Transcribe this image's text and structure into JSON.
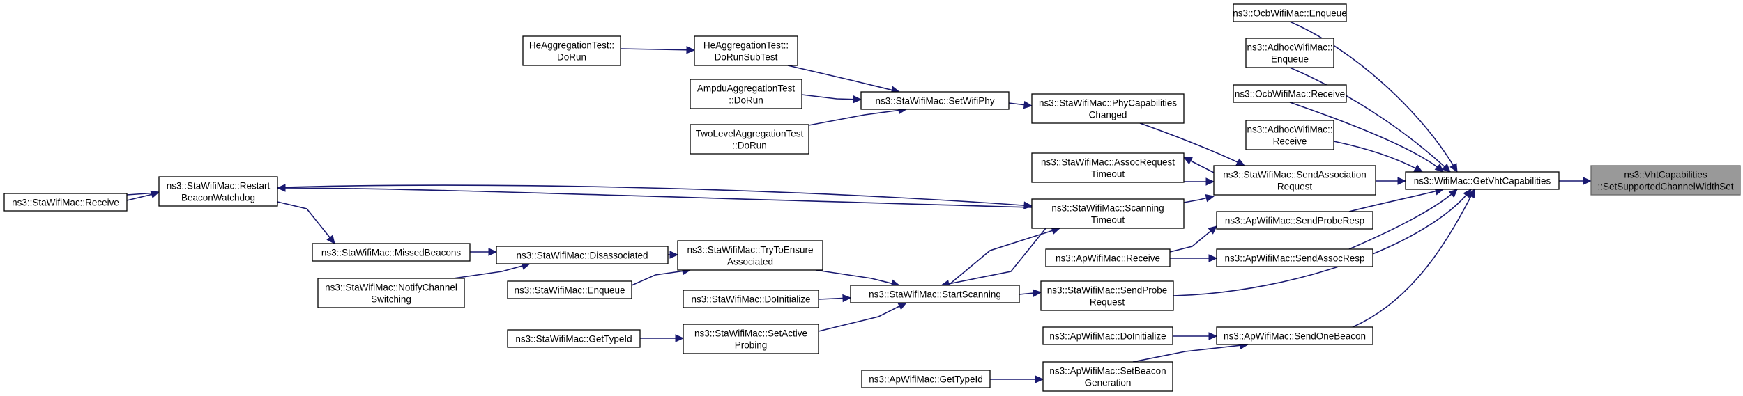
{
  "colors": {
    "edge": "#191970",
    "focus_fill": "#999999",
    "node_fill": "#ffffff",
    "node_border": "#000000"
  },
  "nodes": {
    "n_set": [
      "ns3::VhtCapabilities",
      "::SetSupportedChannelWidthSet"
    ],
    "n_getvht": [
      "ns3::WifiMac::GetVhtCapabilities"
    ],
    "n_ocb_enq": [
      "ns3::OcbWifiMac::Enqueue"
    ],
    "n_adhoc_enq": [
      "ns3::AdhocWifiMac::",
      "Enqueue"
    ],
    "n_ocb_recv": [
      "ns3::OcbWifiMac::Receive"
    ],
    "n_adhoc_recv": [
      "ns3::AdhocWifiMac::",
      "Receive"
    ],
    "n_sendassocreq": [
      "ns3::StaWifiMac::SendAssociation",
      "Request"
    ],
    "n_sendproberesp": [
      "ns3::ApWifiMac::SendProbeResp"
    ],
    "n_sendassocresp": [
      "ns3::ApWifiMac::SendAssocResp"
    ],
    "n_sendprobereq": [
      "ns3::StaWifiMac::SendProbe",
      "Request"
    ],
    "n_sendonebeacon": [
      "ns3::ApWifiMac::SendOneBeacon"
    ],
    "n_phycap": [
      "ns3::StaWifiMac::PhyCapabilities",
      "Changed"
    ],
    "n_assoctimeout": [
      "ns3::StaWifiMac::AssocRequest",
      "Timeout"
    ],
    "n_scantimeout": [
      "ns3::StaWifiMac::Scanning",
      "Timeout"
    ],
    "n_ap_recv": [
      "ns3::ApWifiMac::Receive"
    ],
    "n_ap_doinit": [
      "ns3::ApWifiMac::DoInitialize"
    ],
    "n_setbeacon": [
      "ns3::ApWifiMac::SetBeacon",
      "Generation"
    ],
    "n_setwifiphy": [
      "ns3::StaWifiMac::SetWifiPhy"
    ],
    "n_startscan": [
      "ns3::StaWifiMac::StartScanning"
    ],
    "n_ap_gettypeid": [
      "ns3::ApWifiMac::GetTypeId"
    ],
    "n_he_subtest": [
      "HeAggregationTest::",
      "DoRunSubTest"
    ],
    "n_ampdu": [
      "AmpduAggregationTest",
      "::DoRun"
    ],
    "n_twolevel": [
      "TwoLevelAggregationTest",
      "::DoRun"
    ],
    "n_tryensure": [
      "ns3::StaWifiMac::TryToEnsure",
      "Associated"
    ],
    "n_sta_doinit": [
      "ns3::StaWifiMac::DoInitialize"
    ],
    "n_setactive": [
      "ns3::StaWifiMac::SetActive",
      "Probing"
    ],
    "n_he_dorun": [
      "HeAggregationTest::",
      "DoRun"
    ],
    "n_disassoc": [
      "ns3::StaWifiMac::Disassociated"
    ],
    "n_sta_enq": [
      "ns3::StaWifiMac::Enqueue"
    ],
    "n_sta_gettypeid": [
      "ns3::StaWifiMac::GetTypeId"
    ],
    "n_missed": [
      "ns3::StaWifiMac::MissedBeacons"
    ],
    "n_notify": [
      "ns3::StaWifiMac::NotifyChannel",
      "Switching"
    ],
    "n_restart": [
      "ns3::StaWifiMac::Restart",
      "BeaconWatchdog"
    ],
    "n_sta_recv": [
      "ns3::StaWifiMac::Receive"
    ]
  }
}
